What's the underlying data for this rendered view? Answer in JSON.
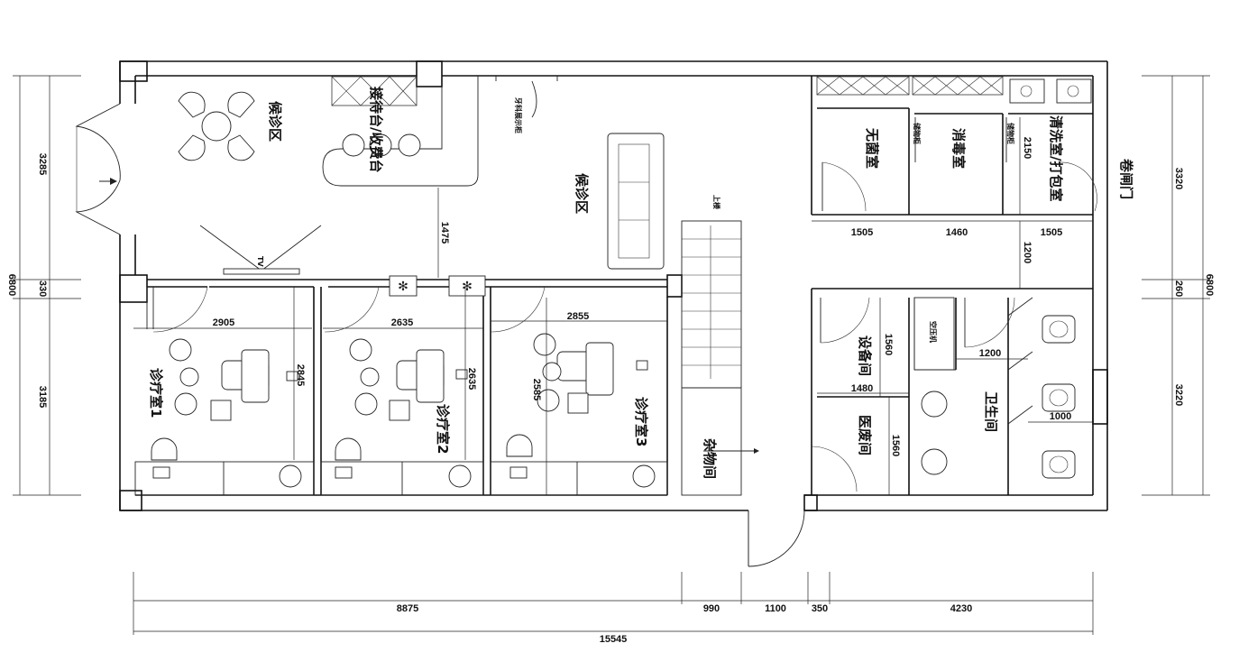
{
  "labels": {
    "waiting_top": "候诊区",
    "reception": "接待台/收费台",
    "waiting_mid": "候诊区",
    "sterile": "无菌室",
    "disinfect": "消毒室",
    "wash_pack": "清洗室/打包室",
    "shutter_door": "卷闸门",
    "exam1": "诊疗室1",
    "exam2": "诊疗室2",
    "exam3": "诊疗室3",
    "storage": "杂物间",
    "equipment": "设备间",
    "medical_waste": "医废间",
    "toilet": "卫生间",
    "tv": "TV",
    "small_top": "牙科展示柜",
    "small_stairs": "上楼",
    "small_cab1": "储物柜",
    "small_cab2": "储物柜",
    "small_equip": "空压机"
  },
  "dims": {
    "bottom_8875": "8875",
    "bottom_990": "990",
    "bottom_1100": "1100",
    "bottom_350": "350",
    "bottom_4230": "4230",
    "bottom_total": "15545",
    "left_3285": "3285",
    "left_330": "330",
    "left_3185": "3185",
    "left_total": "6800",
    "right_3320": "3320",
    "right_260": "260",
    "right_3220": "3220",
    "right_total": "6800",
    "d_1475": "1475",
    "d_2905": "2905",
    "d_2635a": "2635",
    "d_2855": "2855",
    "d_2845": "2845",
    "d_2635b": "2635",
    "d_2585": "2585",
    "d_1505a": "1505",
    "d_1460": "1460",
    "d_1505b": "1505",
    "d_2150": "2150",
    "d_1200v": "1200",
    "d_1560a": "1560",
    "d_1480": "1480",
    "d_1560b": "1560",
    "d_1200h": "1200",
    "d_1000": "1000"
  }
}
